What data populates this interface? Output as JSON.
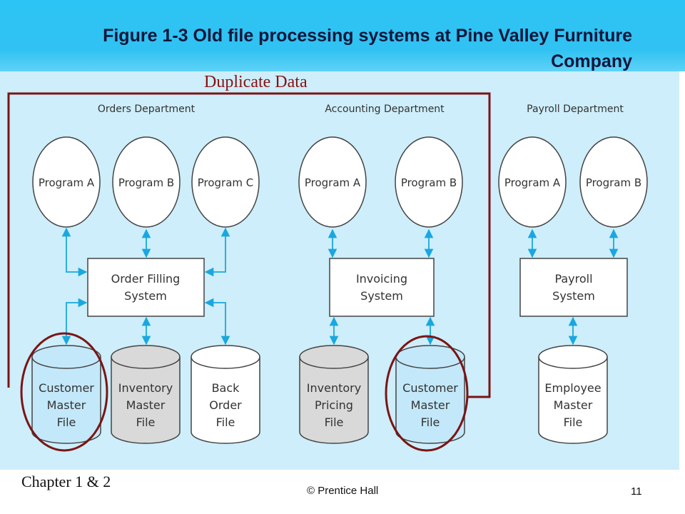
{
  "slide": {
    "title": "Figure 1-3 Old file processing systems at Pine Valley Furniture Company",
    "annotation": "Duplicate Data",
    "footer_left": "Chapter 1 & 2",
    "footer_center": "© Prentice Hall",
    "page_number": "11"
  },
  "departments": {
    "orders": "Orders Department",
    "accounting": "Accounting Department",
    "payroll": "Payroll Department"
  },
  "programs": {
    "orders_a": "Program A",
    "orders_b": "Program B",
    "orders_c": "Program C",
    "acct_a": "Program A",
    "acct_b": "Program B",
    "pay_a": "Program A",
    "pay_b": "Program B"
  },
  "systems": {
    "order_filling": [
      "Order Filling",
      "System"
    ],
    "invoicing": [
      "Invoicing",
      "System"
    ],
    "payroll": [
      "Payroll",
      "System"
    ]
  },
  "files": {
    "customer_1": [
      "Customer",
      "Master",
      "File"
    ],
    "inventory_master": [
      "Inventory",
      "Master",
      "File"
    ],
    "back_order": [
      "Back",
      "Order",
      "File"
    ],
    "inventory_pricing": [
      "Inventory",
      "Pricing",
      "File"
    ],
    "customer_2": [
      "Customer",
      "Master",
      "File"
    ],
    "employee": [
      "Employee",
      "Master",
      "File"
    ]
  },
  "colors": {
    "header_band": "#2cc4f4",
    "panel": "#cdeefa",
    "arrow": "#1aa7e0",
    "highlight": "#7a1515",
    "file_customer": "#c3e8fa",
    "file_gray": "#d9d9d9",
    "file_white": "#ffffff"
  }
}
